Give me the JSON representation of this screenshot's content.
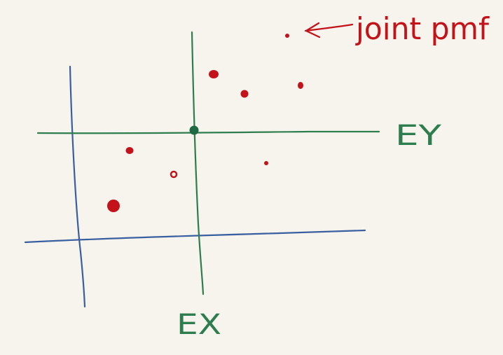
{
  "sketch": {
    "colors": {
      "background": "#f6f4ec",
      "axes_blue": "#3a5fa0",
      "expectation_green": "#2e7d4f",
      "points_red": "#c4121a",
      "mean_point": "#1f6a44"
    },
    "labels": {
      "ey": "EY",
      "ex": "EX",
      "legend_text": "joint pmf"
    },
    "legend_arrow_icon": "left-arrow-icon"
  }
}
